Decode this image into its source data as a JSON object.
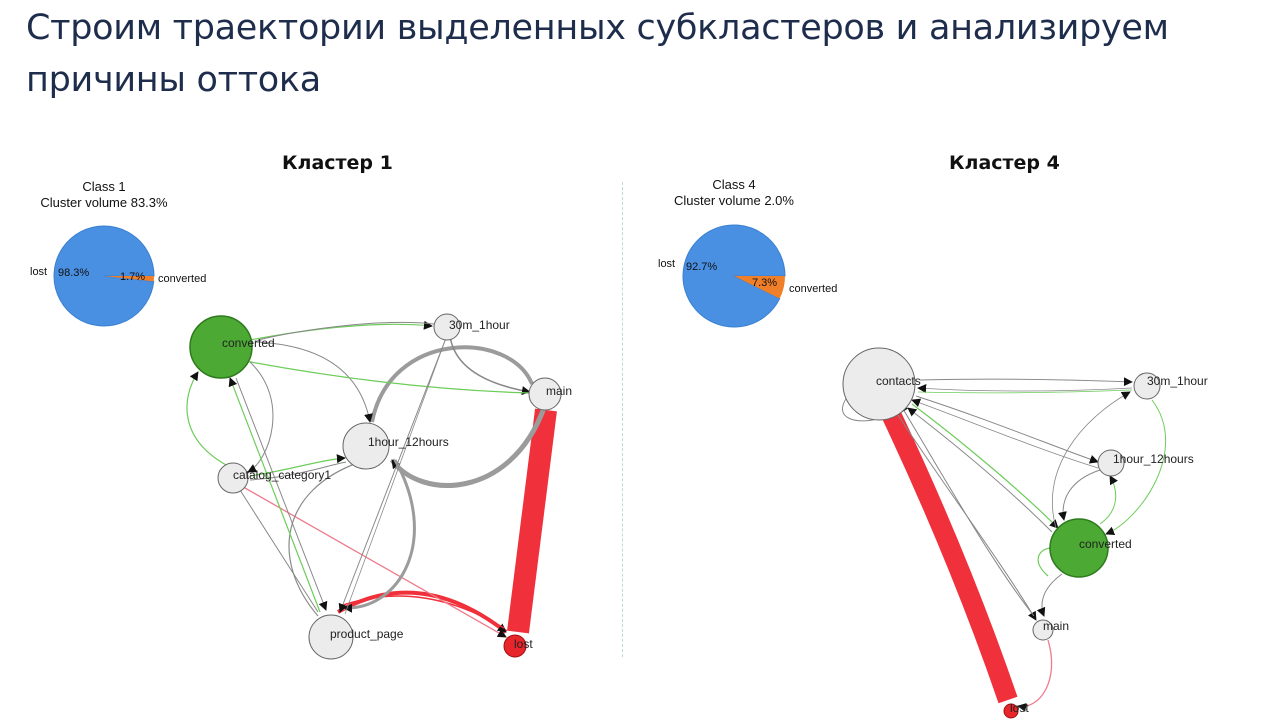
{
  "slide": {
    "title": "Строим траектории выделенных субкластеров и анализируем причины оттока"
  },
  "colors": {
    "lost": "#4a90e2",
    "converted": "#f07f2a",
    "node_converted": "#4caa34",
    "node_lost": "#e8252a",
    "node_default": "#ececec",
    "edge_red": "#f0303a",
    "edge_green": "#6dcc5a",
    "edge_gray": "#7a7a7a",
    "edge_pink": "#ef7a8a"
  },
  "clusters": [
    {
      "heading": "Кластер 1",
      "pie": {
        "title_line1": "Class 1",
        "title_line2": "Cluster volume 83.3%",
        "slices": [
          {
            "name": "lost",
            "percent_label": "98.3%",
            "value": 98.3
          },
          {
            "name": "converted",
            "percent_label": "1.7%",
            "value": 1.7
          }
        ]
      },
      "nodes": [
        {
          "id": "converted",
          "label": "converted",
          "color_key": "node_converted"
        },
        {
          "id": "30m_1hour",
          "label": "30m_1hour",
          "color_key": "node_default"
        },
        {
          "id": "main",
          "label": "main",
          "color_key": "node_default"
        },
        {
          "id": "1hour_12hours",
          "label": "1hour_12hours",
          "color_key": "node_default"
        },
        {
          "id": "catalog_category1",
          "label": "catalog_category1",
          "color_key": "node_default"
        },
        {
          "id": "product_page",
          "label": "product_page",
          "color_key": "node_default"
        },
        {
          "id": "lost",
          "label": "lost",
          "color_key": "node_lost"
        }
      ]
    },
    {
      "heading": "Кластер 4",
      "pie": {
        "title_line1": "Class 4",
        "title_line2": "Cluster volume 2.0%",
        "slices": [
          {
            "name": "lost",
            "percent_label": "92.7%",
            "value": 92.7
          },
          {
            "name": "converted",
            "percent_label": "7.3%",
            "value": 7.3
          }
        ]
      },
      "nodes": [
        {
          "id": "contacts",
          "label": "contacts",
          "color_key": "node_default"
        },
        {
          "id": "30m_1hour",
          "label": "30m_1hour",
          "color_key": "node_default"
        },
        {
          "id": "1hour_12hours",
          "label": "1hour_12hours",
          "color_key": "node_default"
        },
        {
          "id": "converted",
          "label": "converted",
          "color_key": "node_converted"
        },
        {
          "id": "main",
          "label": "main",
          "color_key": "node_default"
        },
        {
          "id": "lost",
          "label": "lost",
          "color_key": "node_lost"
        }
      ]
    }
  ]
}
